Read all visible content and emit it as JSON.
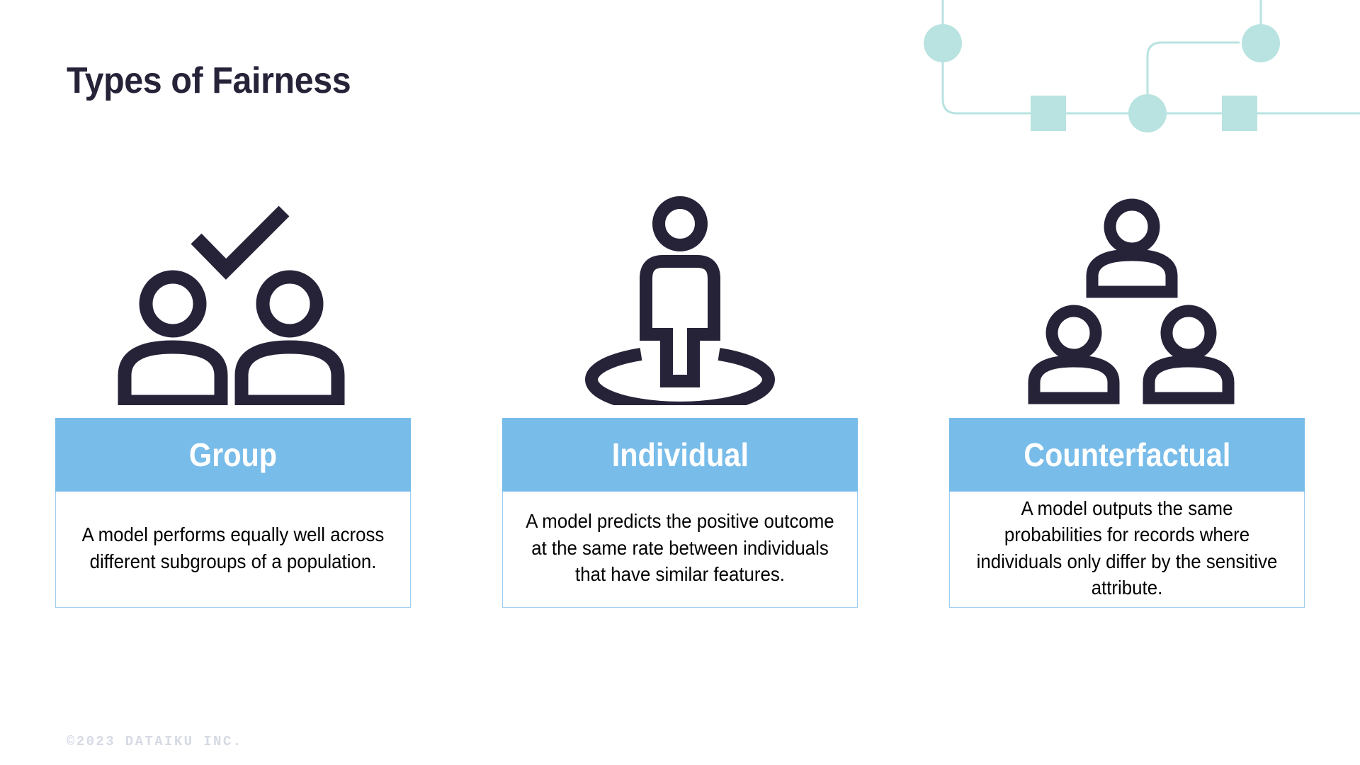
{
  "page": {
    "title": "Types of Fairness",
    "background_color": "#ffffff",
    "title_color": "#262339",
    "accent_color": "#78bce9",
    "icon_color": "#262339",
    "decoration_color": "#b8e3e0"
  },
  "decoration": {
    "name": "node-network-graphic",
    "nodes": [
      {
        "shape": "circle",
        "label": "circle-node-top-left"
      },
      {
        "shape": "square",
        "label": "square-node-left"
      },
      {
        "shape": "circle",
        "label": "circle-node-center"
      },
      {
        "shape": "square",
        "label": "square-node-right"
      },
      {
        "shape": "circle",
        "label": "circle-node-top-right"
      }
    ]
  },
  "cards": [
    {
      "id": "group",
      "icon": "two-people-check-icon",
      "heading": "Group",
      "description": "A model performs equally well across different subgroups of a population."
    },
    {
      "id": "individual",
      "icon": "person-in-circle-icon",
      "heading": "Individual",
      "description": "A model predicts the positive outcome at the same rate between individuals that have similar features."
    },
    {
      "id": "counterfactual",
      "icon": "three-people-icon",
      "heading": "Counterfactual",
      "description": "A model outputs the same probabilities for records where individuals only differ by the sensitive attribute."
    }
  ],
  "footer": {
    "copyright": "©2023 DATAIKU INC."
  }
}
